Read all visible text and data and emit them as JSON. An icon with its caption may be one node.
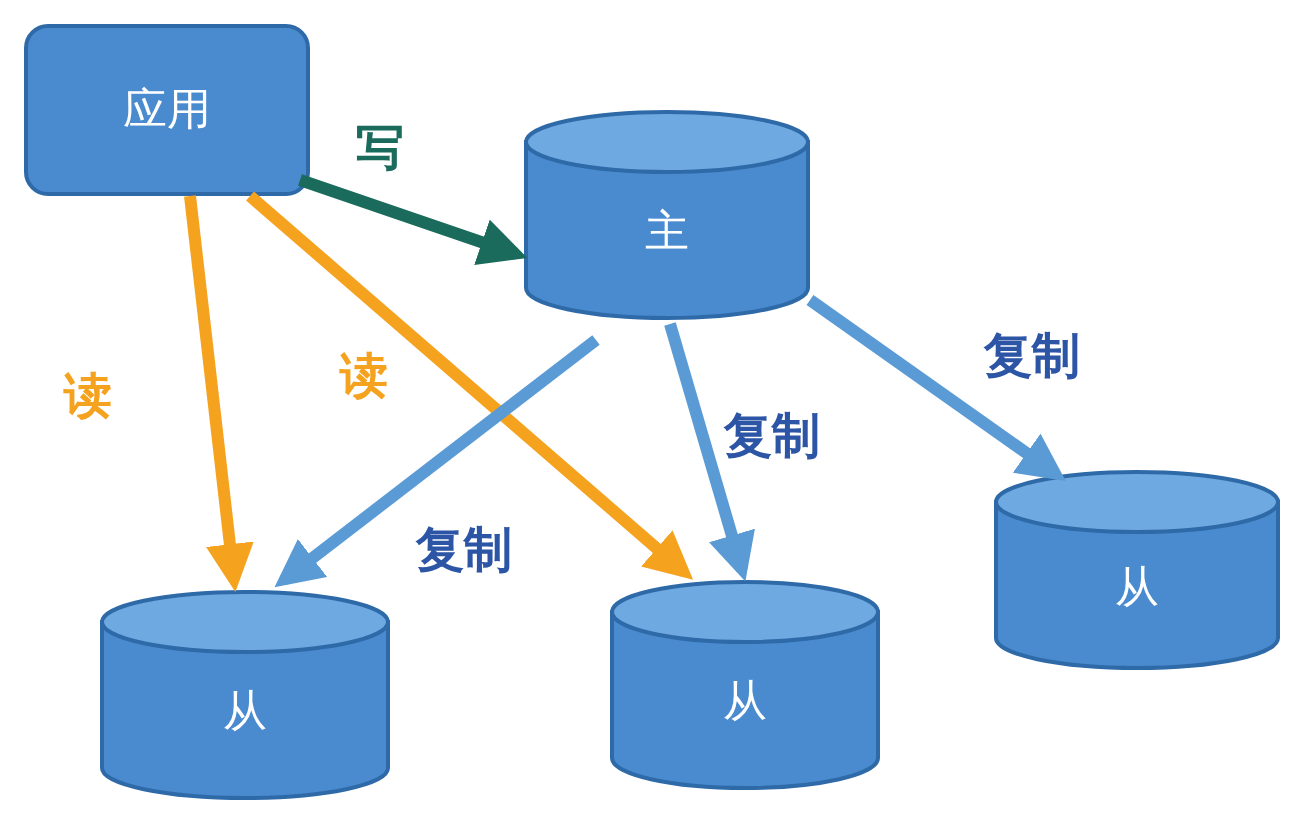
{
  "diagram": {
    "nodes": [
      {
        "text": [
          "应用"
        ]
      },
      {
        "text": [
          "主"
        ]
      },
      {
        "text": [
          "从"
        ]
      },
      {
        "text": [
          "从"
        ]
      },
      {
        "text": [
          "从"
        ]
      }
    ],
    "edges": [
      {
        "from": 0,
        "to": 1,
        "arrow": "to",
        "label": "写",
        "color": "#1b6b5c"
      },
      {
        "from": 0,
        "to": 2,
        "arrow": "to",
        "label": "读",
        "color": "#f5a21f"
      },
      {
        "from": 0,
        "to": 3,
        "arrow": "to",
        "label": "读",
        "color": "#f5a21f"
      },
      {
        "from": 1,
        "to": 2,
        "arrow": "to",
        "label": "复制"
      },
      {
        "from": 1,
        "to": 3,
        "arrow": "to",
        "label": "复制"
      },
      {
        "from": 1,
        "to": 4,
        "arrow": "to",
        "label": "复制"
      }
    ]
  }
}
